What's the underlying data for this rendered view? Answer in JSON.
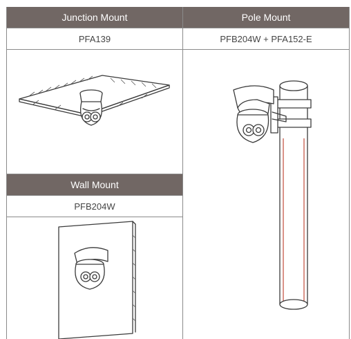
{
  "columns": [
    {
      "header": "Junction Mount",
      "model": "PFA139"
    },
    {
      "header": "Pole Mount",
      "model": "PFB204W + PFA152-E"
    }
  ],
  "wall": {
    "header": "Wall Mount",
    "model": "PFB204W"
  },
  "colors": {
    "header_bg": "#716764",
    "header_text": "#ffffff",
    "pole_accent": "#c24a3a"
  },
  "icons": [
    "junction-mount-illustration",
    "pole-mount-illustration",
    "wall-mount-illustration"
  ]
}
